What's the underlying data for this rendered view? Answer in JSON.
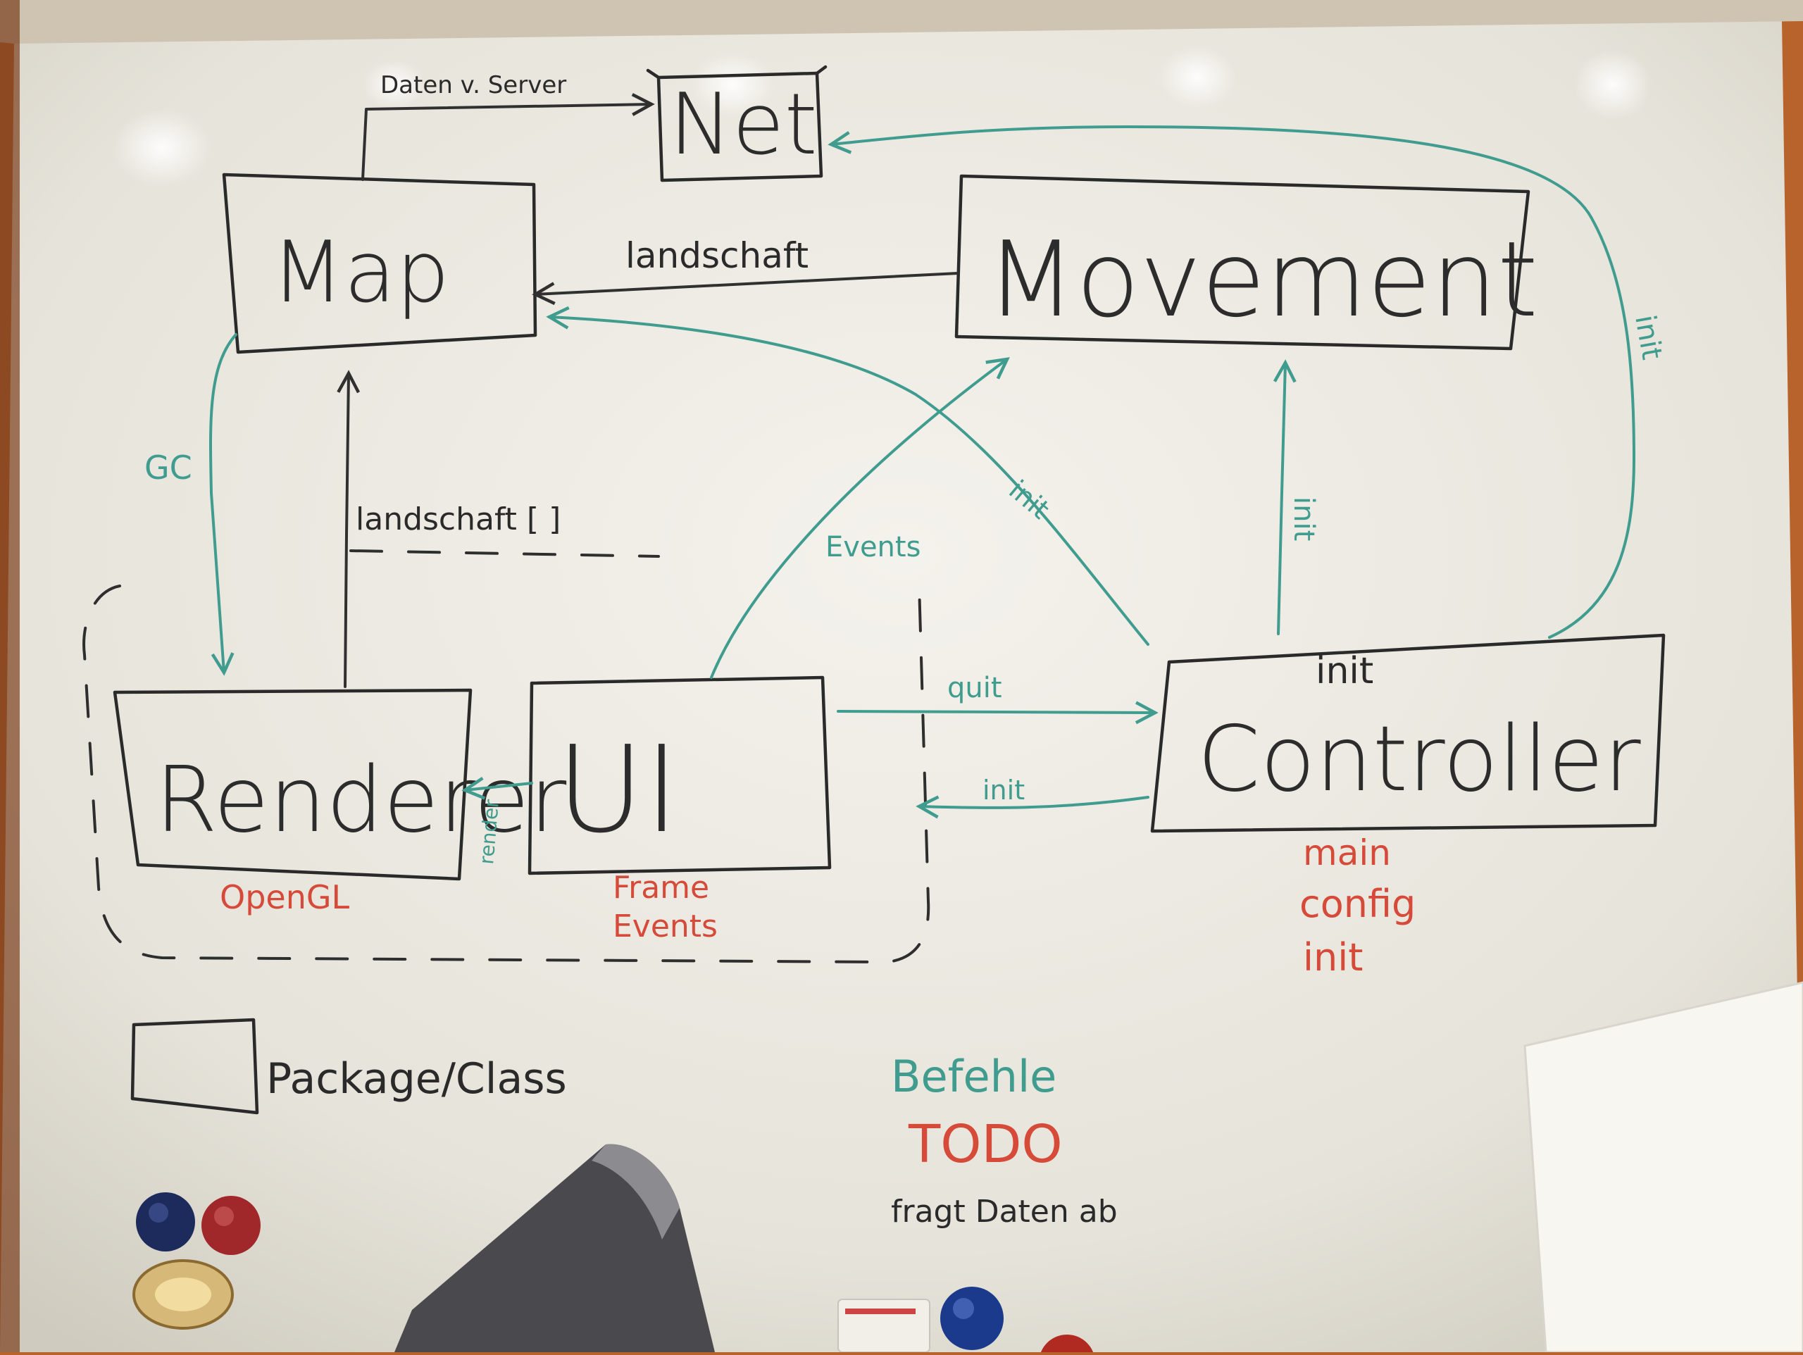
{
  "boxes": {
    "net": "Net",
    "map": "Map",
    "movement": "Movement",
    "renderer": "Renderer",
    "ui": "UI",
    "controller": "Controller"
  },
  "edges": {
    "map_to_net": "Daten v. Server",
    "movement_to_map": "landschaft",
    "map_to_renderer": "GC",
    "renderer_to_map": "landschaft [ ]",
    "controller_to_map": "init",
    "ui_to_movement": "Events",
    "controller_to_movement": "init",
    "controller_to_net": "init",
    "ui_to_controller": "quit",
    "controller_to_ui": "init",
    "ui_to_renderer": "render"
  },
  "notes": {
    "renderer": "OpenGL",
    "ui_line1": "Frame",
    "ui_line2": "Events",
    "controller_top": "init",
    "controller_todo": [
      "main",
      "config",
      "init"
    ]
  },
  "legend": {
    "box_label": "Package/Class",
    "teal_label": "Befehle",
    "red_label": "TODO",
    "dark_label": "fragt Daten ab"
  },
  "colors": {
    "board": "#eeece5",
    "black_marker": "#2a2a2a",
    "teal_marker": "#3f9c8e",
    "red_marker": "#d64a3a",
    "frame": "#b8622c"
  }
}
